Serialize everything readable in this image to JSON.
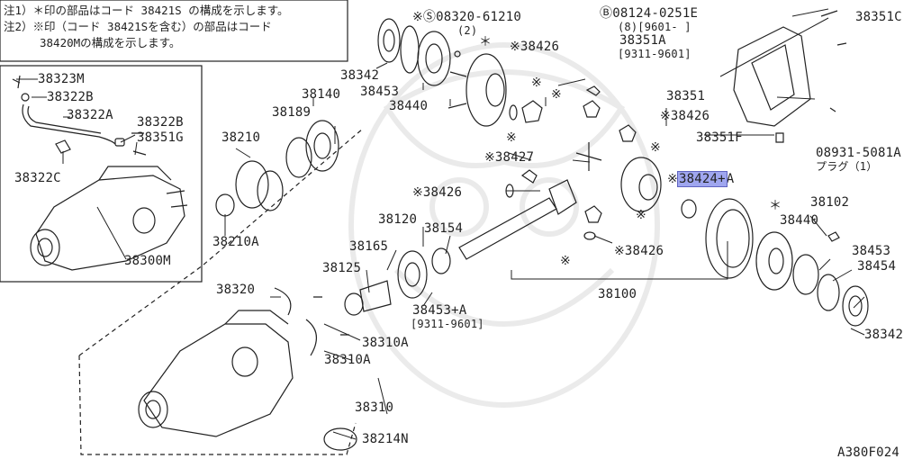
{
  "notes": {
    "line1": "注1）＊印の部品はコード 38421S の構成を示します。",
    "line2": "注2）※印（コード 38421Sを含む）の部品はコード",
    "line3": "38420Mの構成を示します。"
  },
  "labels": {
    "p38323M": "38323M",
    "p38322B_top": "38322B",
    "p38322A": "38322A",
    "p38322B_right": "38322B",
    "p38351G": "38351G",
    "p38322C": "38322C",
    "p38300M": "38300M",
    "p38342_top": "38342",
    "p38453_top": "38453",
    "p38440_top": "38440",
    "p08320": "※Ⓢ08320-61210",
    "p08320_qty": "(2)",
    "p38426_a": "※38426",
    "p38426_b": "※38426",
    "p38426_c": "※38426",
    "p38426_d": "※38426",
    "p38427": "※38427",
    "p38424A": "38424+",
    "p38424A_pre": "※",
    "p38424A_suf": "A",
    "p08124": "Ⓑ08124-0251E",
    "p08124_qty": "(8)[9601-     ]",
    "p38351A": "38351A",
    "p38351A_range": "[9311-9601]",
    "p38351C": "38351C",
    "p38351": "38351",
    "p38351F": "38351F",
    "p08931": "08931-5081A",
    "p08931_sub": "プラグ（1）",
    "p38140": "38140",
    "p38189": "38189",
    "p38210": "38210",
    "p38210A": "38210A",
    "p38120": "38120",
    "p38154": "38154",
    "p38165": "38165",
    "p38125": "38125",
    "p38453A": "38453+A",
    "p38453A_range": "[9311-9601]",
    "p38100": "38100",
    "p38102": "38102",
    "p38440_right": "38440",
    "p38453_right": "38453",
    "p38454": "38454",
    "p38342_right": "38342",
    "p38320": "38320",
    "p38310A_a": "38310A",
    "p38310A_b": "38310A",
    "p38310": "38310",
    "p38214N": "38214N",
    "fig_code": "A380F024",
    "mark_asterisk": "＊",
    "mark_kome": "※"
  },
  "colors": {
    "line": "#222222",
    "highlight": "#9fa6ef",
    "watermark": "#000000"
  }
}
